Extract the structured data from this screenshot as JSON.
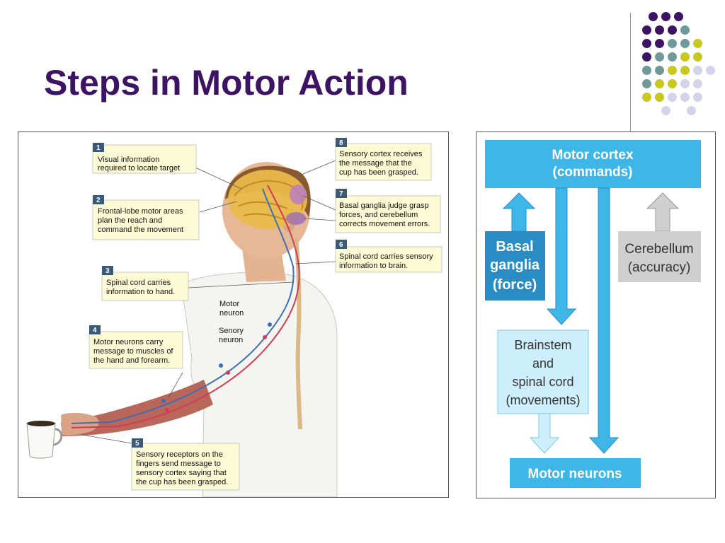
{
  "slide": {
    "title": "Steps in Motor Action"
  },
  "colors": {
    "title": "#3d1363",
    "dot_purple": "#3d1363",
    "dot_teal": "#6e9a9a",
    "dot_yellow": "#c8c81e",
    "dot_lavender": "#d4d4e8",
    "box_blue": "#3fb6e8",
    "box_dark_blue": "#2a8cc4",
    "box_light_blue": "#cdeefb",
    "box_gray": "#cfcfcf",
    "callout_bg": "#fdfbd6",
    "callout_num": "#3a5a78"
  },
  "illustration": {
    "callouts": [
      {
        "number": "1",
        "lines": [
          "Visual information",
          "required to locate target"
        ]
      },
      {
        "number": "2",
        "lines": [
          "Frontal-lobe motor areas",
          "plan the reach and",
          "command the movement"
        ]
      },
      {
        "number": "3",
        "lines": [
          "Spinal cord carries",
          "information to hand."
        ]
      },
      {
        "number": "4",
        "lines": [
          "Motor neurons carry",
          "message to muscles of",
          "the hand and forearm."
        ]
      },
      {
        "number": "5",
        "lines": [
          "Sensory receptors on the",
          "fingers send message to",
          "sensory cortex saying that",
          "the cup has been grasped."
        ]
      },
      {
        "number": "6",
        "lines": [
          "Spinal cord carries sensory",
          "information to brain."
        ]
      },
      {
        "number": "7",
        "lines": [
          "Basal ganglia judge grasp",
          "forces, and cerebellum",
          "corrects movement errors."
        ]
      },
      {
        "number": "8",
        "lines": [
          "Sensory cortex receives",
          "the message that the",
          "cup has been grasped."
        ]
      }
    ],
    "labels": {
      "motor_neuron": [
        "Motor",
        "neuron"
      ],
      "sensory_neuron": [
        "Senory",
        "neuron"
      ]
    }
  },
  "flow_diagram": {
    "motor_cortex": [
      "Motor cortex",
      "(commands)"
    ],
    "basal_ganglia": [
      "Basal",
      "ganglia",
      "(force)"
    ],
    "cerebellum": [
      "Cerebellum",
      "(accuracy)"
    ],
    "brainstem": [
      "Brainstem",
      "and",
      "spinal cord",
      "(movements)"
    ],
    "motor_neurons": "Motor neurons"
  }
}
